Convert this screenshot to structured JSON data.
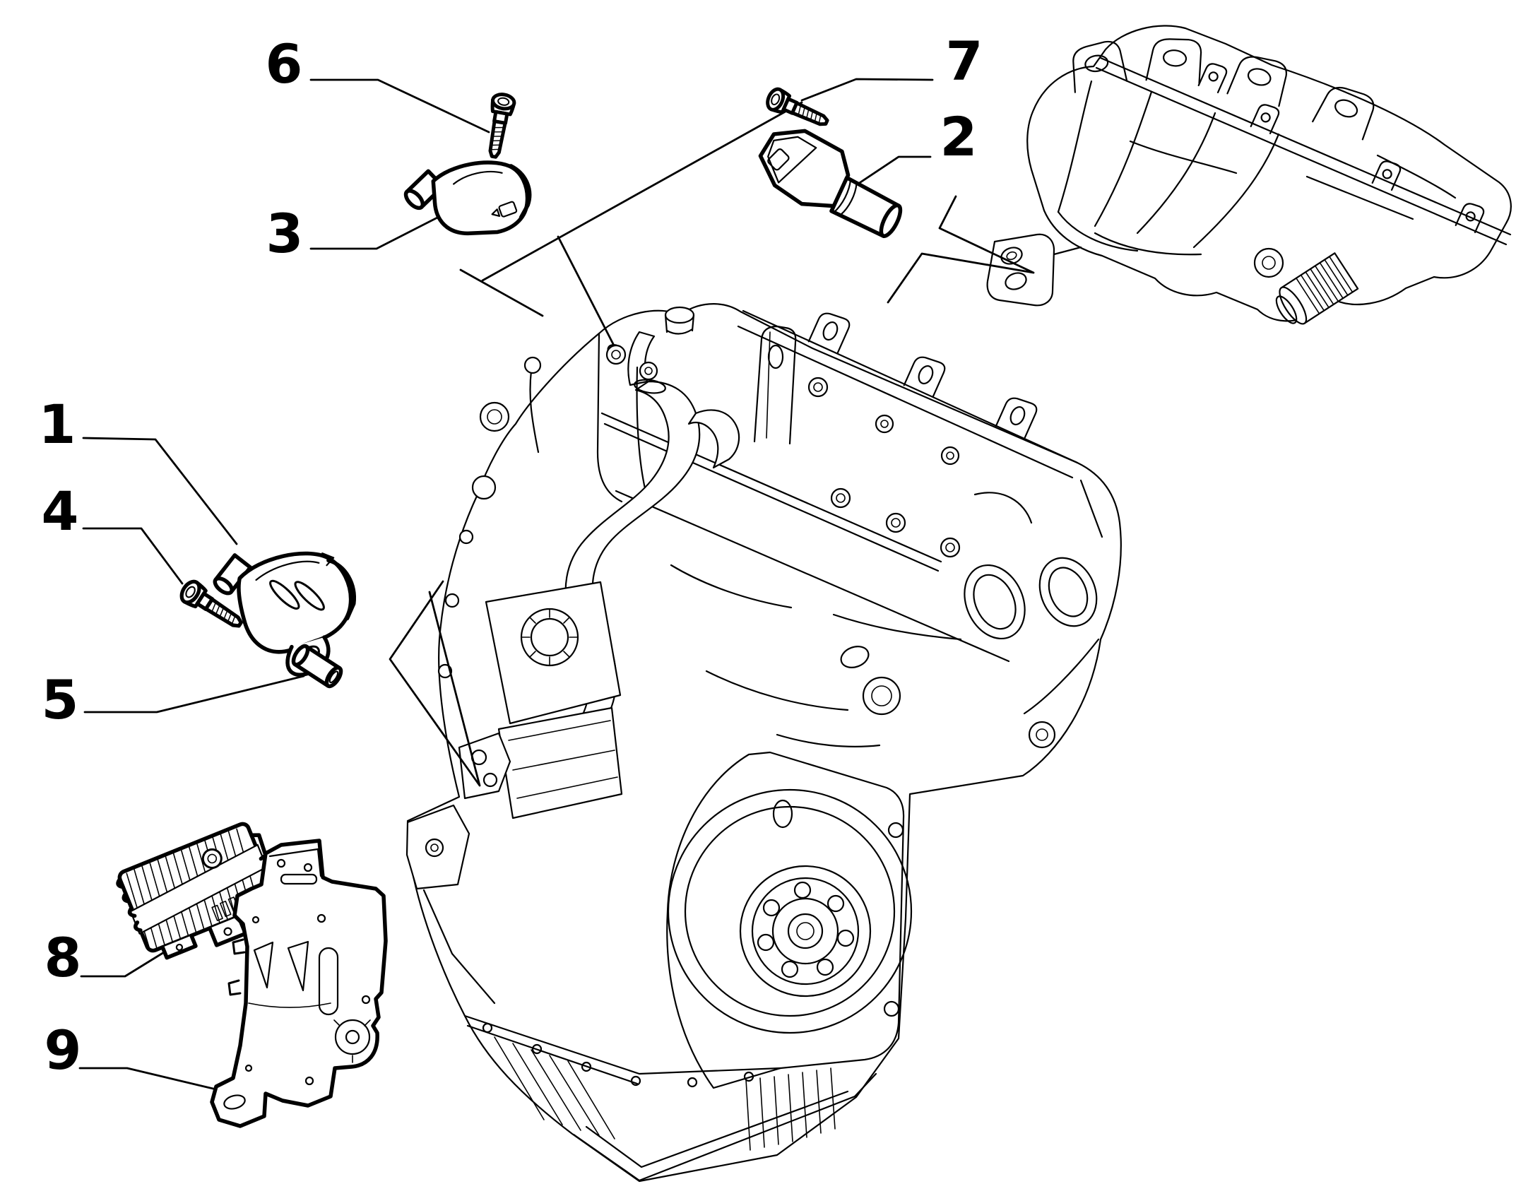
{
  "page": {
    "background_color": "#ffffff",
    "line_color": "#000000"
  },
  "diagram": {
    "type": "exploded-parts-line-diagram",
    "callouts": [
      {
        "label": "1"
      },
      {
        "label": "2"
      },
      {
        "label": "3"
      },
      {
        "label": "4"
      },
      {
        "label": "5"
      },
      {
        "label": "6"
      },
      {
        "label": "7"
      },
      {
        "label": "8"
      },
      {
        "label": "9"
      }
    ]
  }
}
